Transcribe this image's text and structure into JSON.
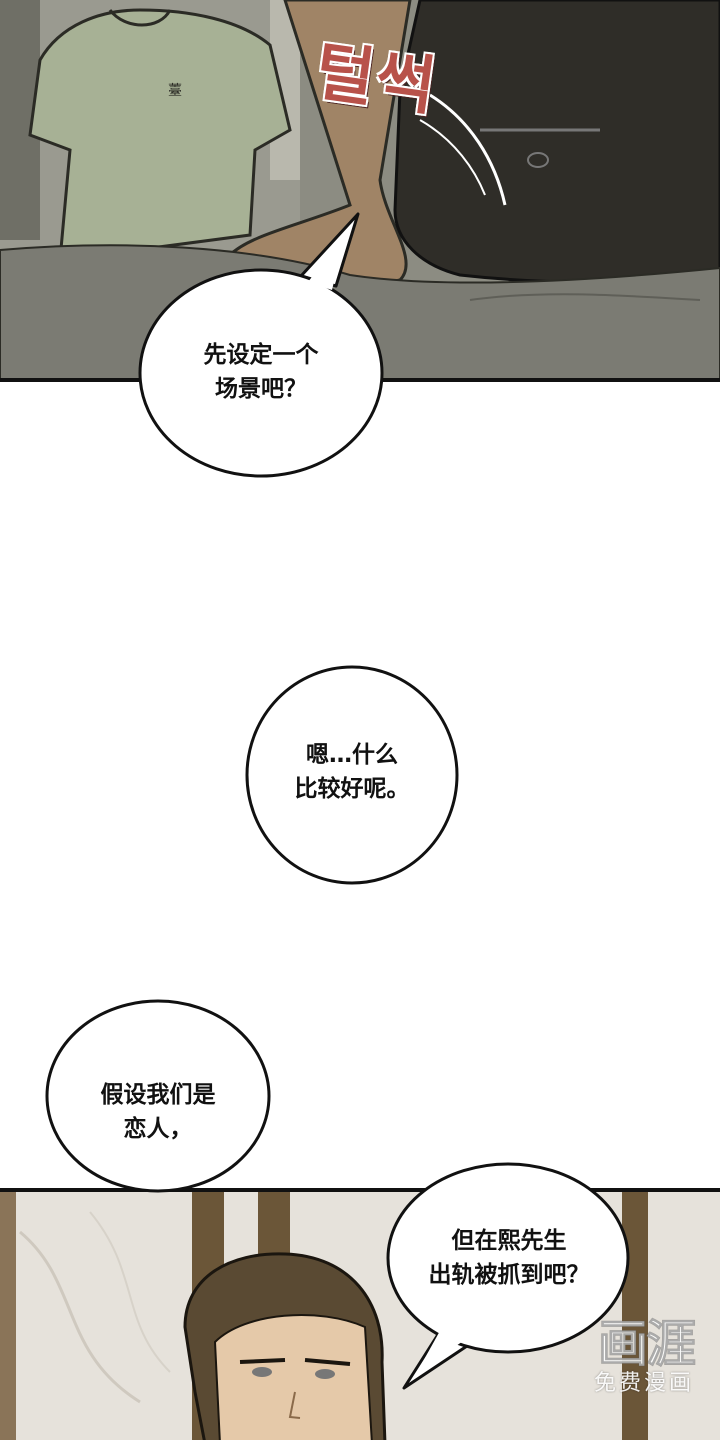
{
  "sfx": "털썩",
  "bubbles": {
    "b1": [
      "先设定一个",
      "场景吧？"
    ],
    "b2": [
      "嗯…什么",
      "比较好呢。"
    ],
    "b3": [
      "假设我们是",
      "恋人，"
    ],
    "b4": [
      "但在熙先生",
      "出轨被抓到吧？"
    ]
  },
  "watermark": {
    "logo": "画涯",
    "sub": "免费漫画"
  },
  "colors": {
    "sfx": "#b8524a",
    "shirt": "#a7b195",
    "pants": "#2f2d28",
    "bed": "#7b7b73",
    "hair": "#5a4a33"
  }
}
